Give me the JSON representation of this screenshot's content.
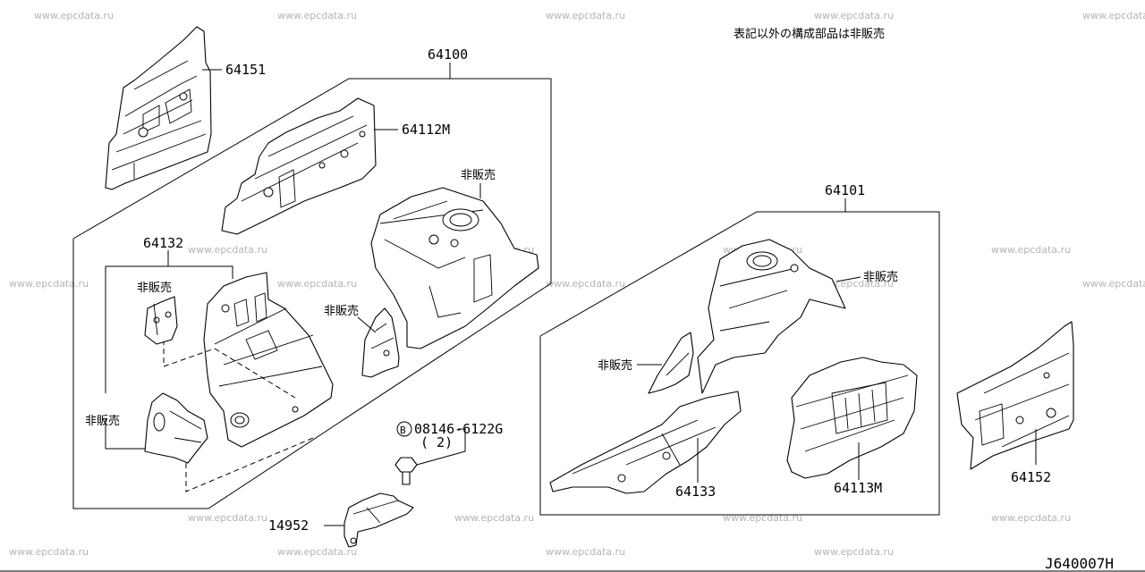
{
  "watermark": "www.epcdata.ru",
  "note": "表記以外の構成部品は非販売",
  "diagram_code": "J640007H",
  "not_sold": "非販売",
  "labels": {
    "p64151": "64151",
    "p64100": "64100",
    "p64112M": "64112M",
    "p64132": "64132",
    "p64101": "64101",
    "p64133": "64133",
    "p64113M": "64113M",
    "p64152": "64152",
    "bolt_code": "08146-6122G",
    "bolt_marker": "B",
    "bolt_qty": "( 2)",
    "p14952": "14952"
  }
}
